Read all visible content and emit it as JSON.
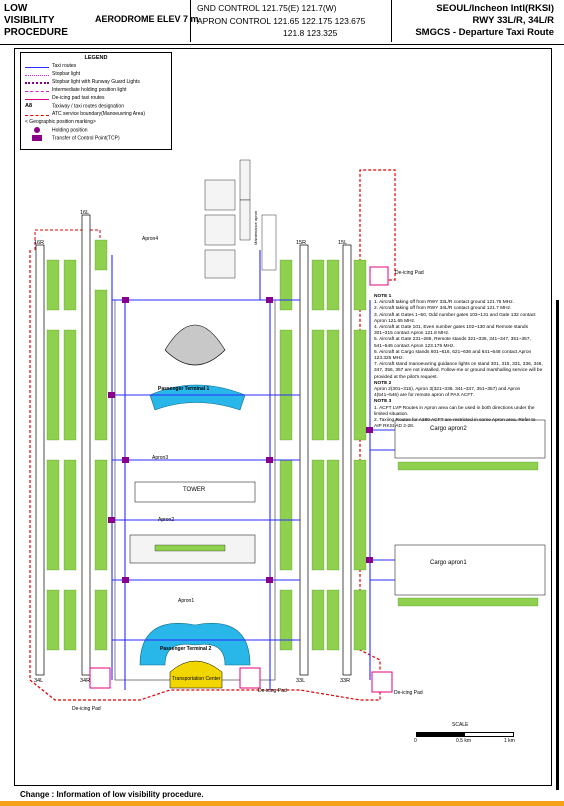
{
  "header": {
    "left_line1": "LOW",
    "left_line2": "VISIBILITY",
    "left_line3": "PROCEDURE",
    "elev": "AERODROME ELEV 7 m",
    "freq_row1": "GND  CONTROL  121.75(E)  121.7(W)",
    "freq_row2": "APRON CONTROL  121.65  122.175  123.675",
    "freq_row3": "121.8  123.325",
    "right_line1": "SEOUL/Incheon Intl(RKSI)",
    "right_line2": "RWY 33L/R, 34L/R",
    "right_line3": "SMGCS - Departure Taxi Route"
  },
  "legend": {
    "title": "LEGEND",
    "items": [
      {
        "label": "Taxi routes",
        "color": "#2b2bff"
      },
      {
        "label": "Stopbar light",
        "color": "#d11fd1"
      },
      {
        "label": "Stopbar light with Runway Guard Lights",
        "color": "#8a008a"
      },
      {
        "label": "Intermediate holding position light",
        "color": "#d11fd1"
      },
      {
        "label": "De-icing pad taxi routes",
        "color": "#e3007a"
      },
      {
        "label": "Taxiway / taxi routes designation",
        "symbol": "A8"
      },
      {
        "label": "ATC service boundary(Manoeuvring Area)",
        "color": "#e30000"
      },
      {
        "label": "< Geographic position marking>",
        "symbol": "<"
      },
      {
        "label": "Holding position",
        "color": "#8a008a"
      },
      {
        "label": "Transfer of Control Point(TCP)",
        "color": "#8a008a"
      }
    ]
  },
  "map_labels": {
    "apron4": "Apron4",
    "passenger_terminal1": "Passenger Terminal 1",
    "passenger_terminal2": "Passenger Terminal 2",
    "transportation_center": "Transportation Center",
    "tower": "TOWER",
    "apron3": "Apron3",
    "apron2": "Apron2",
    "apron1": "Apron1",
    "cargo_apron2": "Cargo apron2",
    "cargo_apron1": "Cargo apron1",
    "deicing_pad": "De-icing Pad",
    "maintenance_apron": "Maintenance apron",
    "rwy_15r": "15R",
    "rwy_15l": "15L",
    "rwy_16r": "16R",
    "rwy_16l": "16L",
    "rwy_33l": "33L",
    "rwy_33r": "33R",
    "rwy_34l": "34L",
    "rwy_34r": "34R"
  },
  "notes": {
    "note1_title": "NOTE 1",
    "note1_items": [
      "1. Aircraft taking off from RWY 33L/R contact ground 121.75 MHz.",
      "2. Aircraft taking off from RWY 34L/R contact ground 121.7 MHz.",
      "3. Aircraft at Gates 1~50, Odd number gates 103~131 and Gate 132 contact Apron 121.65 MHz.",
      "4. Aircraft at Gate 101, Even number gates 102~130 and Remote stands 301~315 contact Apron 121.8 MHz.",
      "5. Aircraft at Gate 231~266, Remote stands 321~336, 341~347, 351~357, 541~546 contact Apron 123.175 MHz.",
      "6. Aircraft at Cargo stands 601~616, 621~636 and 641~648 contact Apron 123.325 MHz.",
      "7. Aircraft stand manoeuvring guidance lights on stand 301, 315, 331, 336, 346, 347, 356, 357 are not installed. Follow-me or ground marshalling service will be provided at the pilot's request."
    ],
    "note2_title": "NOTE 2",
    "note2_text": "Apron 2(301~315), Apron 3(321~336, 341~347, 351~357) and Apron 4(541~546) are for remote apron of PAX ACFT.",
    "note3_title": "NOTE 3",
    "note3_items": [
      "1. ACFT LVP Routes in Apron area can be used in both directions under the limited situation.",
      "2. Taxiing Routes for A380 ACFT are restricted in some Apron area. Refer to AIP RKSI AD 2-28."
    ]
  },
  "scale": {
    "title": "SCALE",
    "tick0": "0",
    "tick1": "0.5 km",
    "tick2": "1 km"
  },
  "footer": {
    "change": "Change : Information of low visibility procedure."
  },
  "colors": {
    "taxi_route": "#2b2bff",
    "stopbar": "#d11fd1",
    "deice": "#e3007a",
    "boundary": "#e30000",
    "grass": "#8fd14f",
    "terminal": "#29b6e8",
    "transport": "#f2d600",
    "footer_bar": "#f7a11a"
  }
}
